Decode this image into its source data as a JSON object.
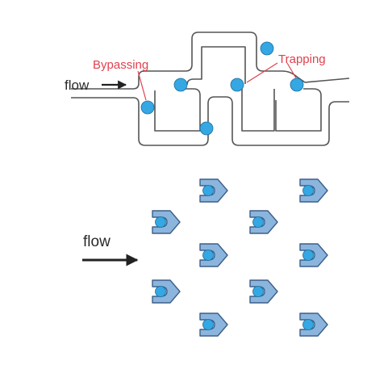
{
  "top_diagram": {
    "flow_label": "flow",
    "bypassing_label": "Bypassing",
    "trapping_label": "Trapping"
  },
  "bottom_diagram": {
    "flow_label": "flow"
  },
  "colors": {
    "channel_stroke": "#555555",
    "label_red": "#e0404f",
    "bead_fill": "#35a7e3",
    "bead_stroke": "#1c6e9c",
    "trap_fill": "#8cb5dd",
    "trap_stroke": "#3d5f88",
    "arrow": "#222222"
  }
}
